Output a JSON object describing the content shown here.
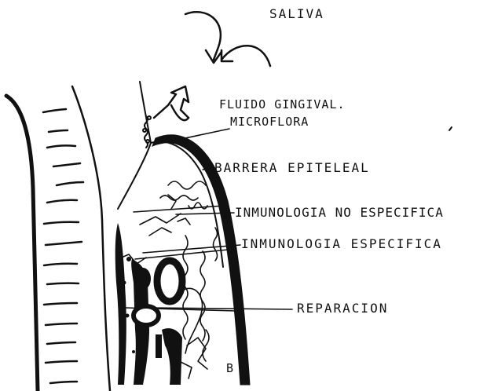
{
  "labels": {
    "saliva": "SALIVA",
    "fluido_gingival": "FLUIDO GINGIVAL.",
    "microflora": "MICROFLORA",
    "barrera_epiteleal": "BARRERA EPITELEAL",
    "inmunologia_no_especifica": "INMUNOLOGIA NO ESPECIFICA",
    "inmunologia_especifica": "INMUNOLOGIA ESPECIFICA",
    "reparacion": "REPARACION",
    "letter_b": "B"
  },
  "colors": {
    "ink": "#111111",
    "background": "#ffffff"
  }
}
